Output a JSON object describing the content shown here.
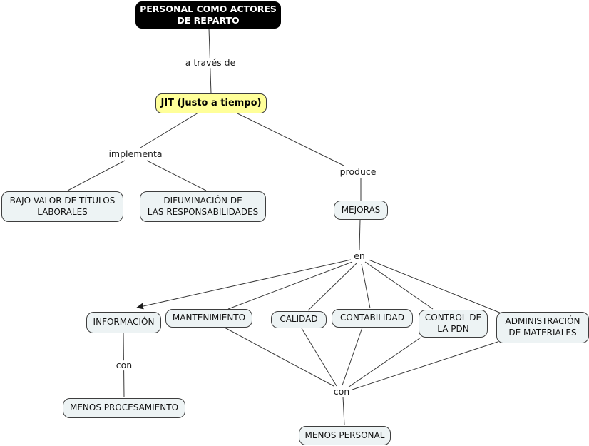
{
  "diagram": {
    "type": "concept-map",
    "colors": {
      "background": "#ffffff",
      "root_node_bg": "#000000",
      "root_node_text": "#ffffff",
      "jit_node_bg": "#ffff99",
      "concept_node_bg": "#edf3f4",
      "node_border": "#3e3e3e",
      "line": "#3a3a3a"
    },
    "nodes": {
      "personal": {
        "lines": [
          "PERSONAL COMO ACTORES",
          "DE REPARTO"
        ]
      },
      "jit": {
        "lines": [
          "JIT (Justo a tiempo)"
        ]
      },
      "bajo_valor": {
        "lines": [
          "BAJO VALOR DE TÍTULOS",
          "LABORALES"
        ]
      },
      "difuminacion": {
        "lines": [
          "DIFUMINACIÓN DE",
          "LAS RESPONSABILIDADES"
        ]
      },
      "mejoras": {
        "lines": [
          "MEJORAS"
        ]
      },
      "informacion": {
        "lines": [
          "INFORMACIÓN"
        ]
      },
      "mantenimiento": {
        "lines": [
          "MANTENIMIENTO"
        ]
      },
      "calidad": {
        "lines": [
          "CALIDAD"
        ]
      },
      "contabilidad": {
        "lines": [
          "CONTABILIDAD"
        ]
      },
      "control_pdn": {
        "lines": [
          "CONTROL DE",
          "LA PDN"
        ]
      },
      "administracion": {
        "lines": [
          "ADMINISTRACIÓN",
          "DE MATERIALES"
        ]
      },
      "menos_procesamiento": {
        "lines": [
          "MENOS PROCESAMIENTO"
        ]
      },
      "menos_personal": {
        "lines": [
          "MENOS PERSONAL"
        ]
      }
    },
    "link_labels": {
      "a_traves_de": "a través de",
      "implementa": "implementa",
      "produce": "produce",
      "en": "en",
      "con_left": "con",
      "con_bottom": "con"
    },
    "edges": [
      "personal -> (a través de) -> jit",
      "jit -> (implementa) -> bajo_valor",
      "jit -> (implementa) -> difuminacion",
      "jit -> (produce) -> mejoras",
      "mejoras -> (en) -> informacion [arrow]",
      "mejoras -> (en) -> mantenimiento",
      "mejoras -> (en) -> calidad",
      "mejoras -> (en) -> contabilidad",
      "mejoras -> (en) -> control_pdn",
      "mejoras -> (en) -> administracion",
      "informacion -> (con) -> menos_procesamiento",
      "mantenimiento -> (con) -> menos_personal",
      "calidad -> (con) -> menos_personal",
      "contabilidad -> (con) -> menos_personal",
      "control_pdn -> (con) -> menos_personal",
      "administracion -> (con) -> menos_personal"
    ]
  }
}
